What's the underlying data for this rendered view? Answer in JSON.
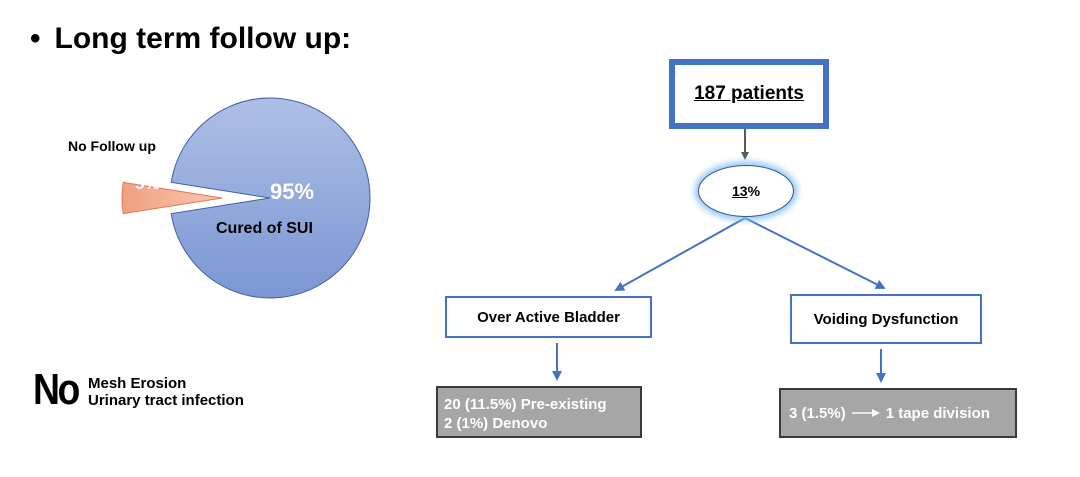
{
  "title": {
    "bullet": "•",
    "text": "Long term follow up:"
  },
  "pie": {
    "no_follow_up_label": "No Follow up",
    "minor_pct_label": "5%",
    "major_pct_label": "95%",
    "major_caption": "Cured of SUI"
  },
  "chart_data": {
    "type": "pie",
    "categories": [
      "Cured of SUI",
      "No Follow up"
    ],
    "values": [
      95,
      5
    ],
    "colors": [
      "#8aa3d9",
      "#f4a582"
    ]
  },
  "no_section": {
    "big": "No",
    "line1": "Mesh Erosion",
    "line2": "Urinary tract infection"
  },
  "flow": {
    "top": "187 patients",
    "pct_num": "13",
    "pct_sign": "%",
    "left_box": "Over Active Bladder",
    "right_box": "Voiding Dysfunction",
    "left_detail_1": "20 (11.5%) Pre-existing",
    "left_detail_2": "2 (1%) Denovo",
    "right_detail_a": "3 (1.5%)",
    "right_detail_b": "1 tape division"
  },
  "colors": {
    "accent_blue": "#4472c4",
    "pie_major": "#8aa3d9",
    "pie_minor": "#f4a582",
    "grey_box": "#a6a6a6"
  }
}
